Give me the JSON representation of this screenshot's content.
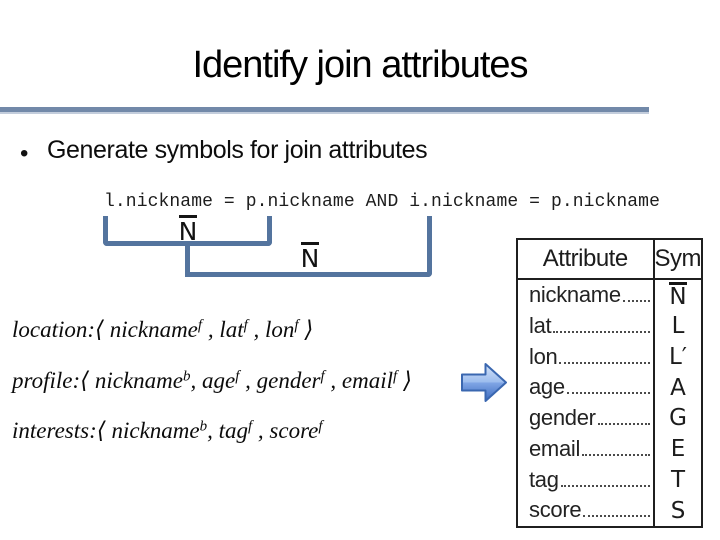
{
  "slide": {
    "title": "Identify join attributes",
    "bullet_glyph": "•",
    "bullet_text": "Generate symbols for join attributes",
    "code_line": "l.nickname = p.nickname AND i.nickname = p.nickname",
    "annotations": {
      "bracket1_label": "N̄",
      "bracket2_label": "N̄"
    },
    "expressions": [
      {
        "name": "location",
        "segments": [
          {
            "text": "location:⟨ nickname"
          },
          {
            "sup": "f"
          },
          {
            "text": " , lat"
          },
          {
            "sup": "f"
          },
          {
            "text": " , lon"
          },
          {
            "sup": "f"
          },
          {
            "text": " ⟩"
          }
        ]
      },
      {
        "name": "profile",
        "segments": [
          {
            "text": "profile:⟨ nickname"
          },
          {
            "sup": "b"
          },
          {
            "text": ", age"
          },
          {
            "sup": "f"
          },
          {
            "text": " , gender"
          },
          {
            "sup": "f"
          },
          {
            "text": " , email"
          },
          {
            "sup": "f"
          },
          {
            "text": " ⟩"
          }
        ]
      },
      {
        "name": "interests",
        "segments": [
          {
            "text": "interests:⟨ nickname"
          },
          {
            "sup": "b"
          },
          {
            "text": ", tag"
          },
          {
            "sup": "f"
          },
          {
            "text": " , score"
          },
          {
            "sup": "f"
          }
        ]
      }
    ],
    "arrow_icon": "right-block-arrow",
    "table": {
      "headers": [
        "Attribute",
        "Sym"
      ],
      "rows": [
        {
          "attribute": "nickname",
          "symbol": "N̄"
        },
        {
          "attribute": "lat",
          "symbol": "L"
        },
        {
          "attribute": "lon",
          "symbol": "L′"
        },
        {
          "attribute": "age",
          "symbol": "A"
        },
        {
          "attribute": "gender",
          "symbol": "G"
        },
        {
          "attribute": "email",
          "symbol": "E"
        },
        {
          "attribute": "tag",
          "symbol": "T"
        },
        {
          "attribute": "score",
          "symbol": "S"
        }
      ]
    },
    "colors": {
      "divider_blue": "#7289a9",
      "bracket_blue": "#54749e",
      "arrow_fill_top": "#cfe0f7",
      "arrow_fill_bottom": "#3b69be",
      "arrow_border": "#3a67b0",
      "table_border": "#1f1f1f"
    }
  }
}
